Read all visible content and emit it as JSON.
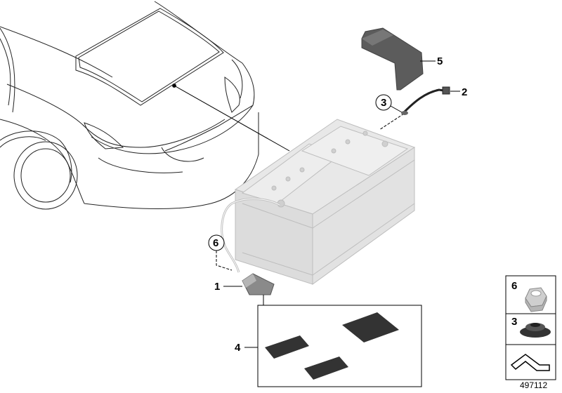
{
  "callouts": {
    "c1": "1",
    "c2": "2",
    "c3": "3",
    "c4": "4",
    "c5": "5",
    "c6": "6"
  },
  "legend": {
    "nut_label": "6",
    "grommet_label": "3"
  },
  "diagram_number": "497112",
  "colors": {
    "line": "#000000",
    "car_outline": "#222222",
    "battery_fill": "#e6e6e6",
    "battery_stroke": "#bfbfbf",
    "pad_fill": "#333333",
    "cover_fill": "#5a5a5a"
  }
}
